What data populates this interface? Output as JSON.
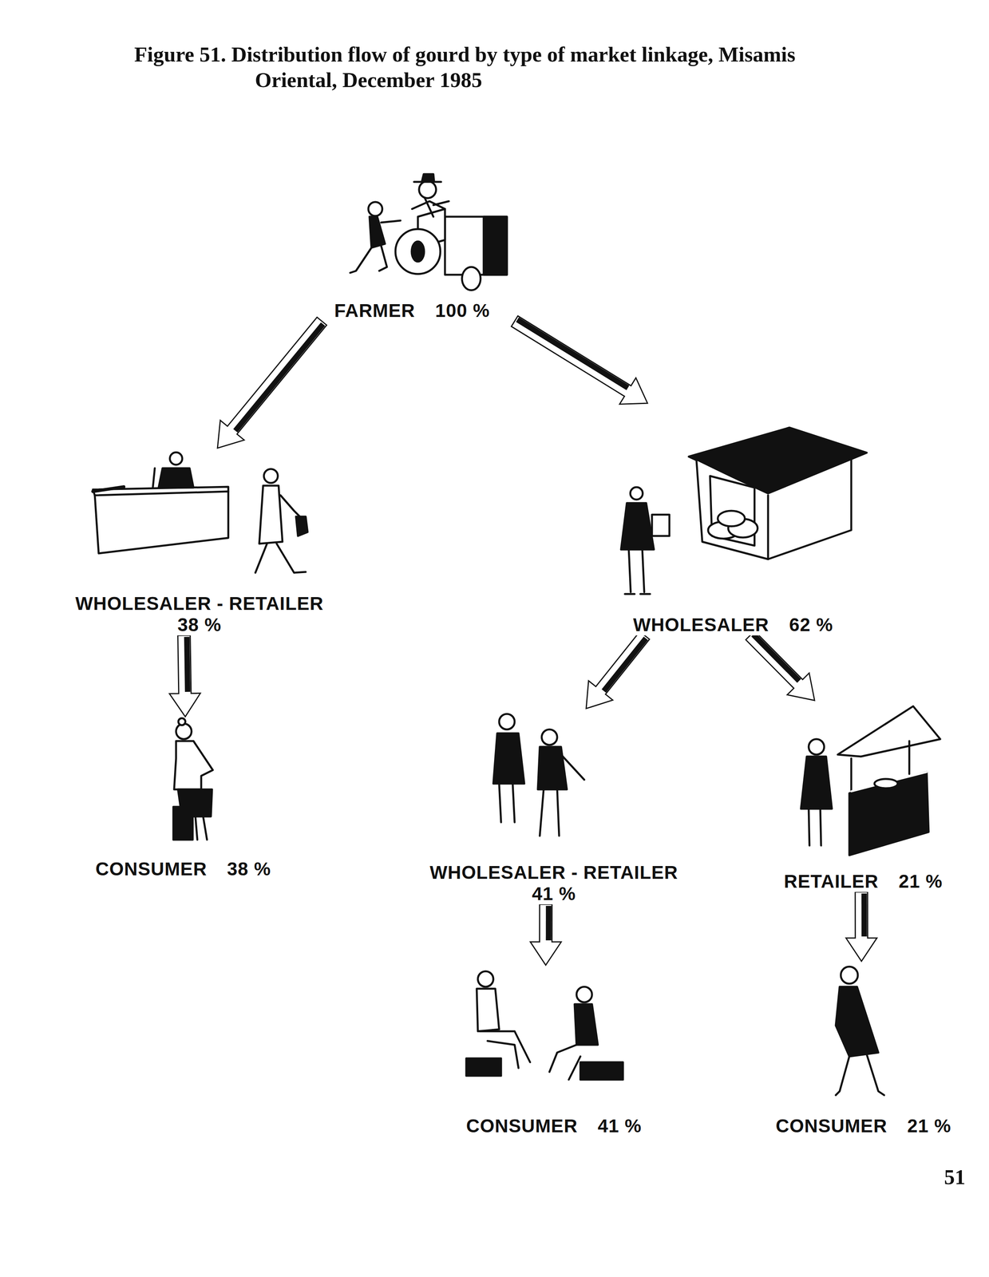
{
  "diagram": {
    "title": "Figure 51. Distribution flow of gourd by type of market linkage, Misamis Oriental, December 1985",
    "nodes": [
      {
        "text": [
          "FARMER",
          "100 %"
        ]
      },
      {
        "text": [
          "WHOLESALER - RETAILER",
          "38 %"
        ]
      },
      {
        "text": [
          "WHOLESALER",
          "62 %"
        ]
      },
      {
        "text": [
          "CONSUMER",
          "38 %"
        ]
      },
      {
        "text": [
          "WHOLESALER - RETAILER",
          "41 %"
        ]
      },
      {
        "text": [
          "RETAILER",
          "21 %"
        ]
      },
      {
        "text": [
          "CONSUMER",
          "41 %"
        ]
      },
      {
        "text": [
          "CONSUMER",
          "21 %"
        ]
      }
    ],
    "edges": [
      {
        "from": 0,
        "to": 1,
        "arrow": "to"
      },
      {
        "from": 0,
        "to": 2,
        "arrow": "to"
      },
      {
        "from": 1,
        "to": 3,
        "arrow": "to"
      },
      {
        "from": 2,
        "to": 4,
        "arrow": "to"
      },
      {
        "from": 2,
        "to": 5,
        "arrow": "to"
      },
      {
        "from": 4,
        "to": 6,
        "arrow": "to"
      },
      {
        "from": 5,
        "to": 7,
        "arrow": "to"
      }
    ],
    "labels": [
      "51"
    ]
  }
}
